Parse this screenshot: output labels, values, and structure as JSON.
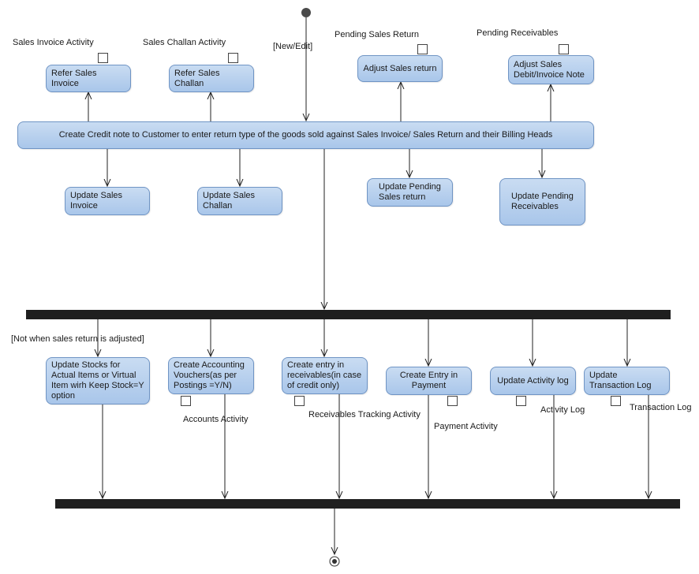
{
  "top_guard": "[New/Edit]",
  "branch_guard": "[Not when sales return is adjusted]",
  "upper_activities": [
    {
      "id": "refer_invoice",
      "label": "Refer Sales Invoice",
      "note": "Sales Invoice Activity"
    },
    {
      "id": "refer_challan",
      "label": "Refer Sales Challan",
      "note": "Sales Challan Activity"
    },
    {
      "id": "adjust_return",
      "label": "Adjust Sales return",
      "note": "Pending Sales Return"
    },
    {
      "id": "adjust_debit",
      "label": "Adjust Sales Debit/Invoice Note",
      "note": "Pending Receivables"
    }
  ],
  "main_action": "Create Credit note to Customer to enter return type of the goods sold against Sales Invoice/ Sales Return and their Billing Heads",
  "update_actions": [
    "Update Sales Invoice",
    "Update Sales Challan",
    "Update Pending Sales return",
    "Update Pending Receivables"
  ],
  "parallel_actions": [
    {
      "label": "Update Stocks for Actual Items or Virtual Item wirh Keep Stock=Y option",
      "note": ""
    },
    {
      "label": "Create Accounting Vouchers(as per Postings =Y/N)",
      "note": "Accounts Activity"
    },
    {
      "label": "Create entry in receivables(in case of credit only)",
      "note": "Receivables Tracking Activity"
    },
    {
      "label": "Create Entry in Payment",
      "note": "Payment Activity"
    },
    {
      "label": "Update Activity log",
      "note": "Activity Log"
    },
    {
      "label": "Update Transaction Log",
      "note": "Transaction Log"
    }
  ]
}
